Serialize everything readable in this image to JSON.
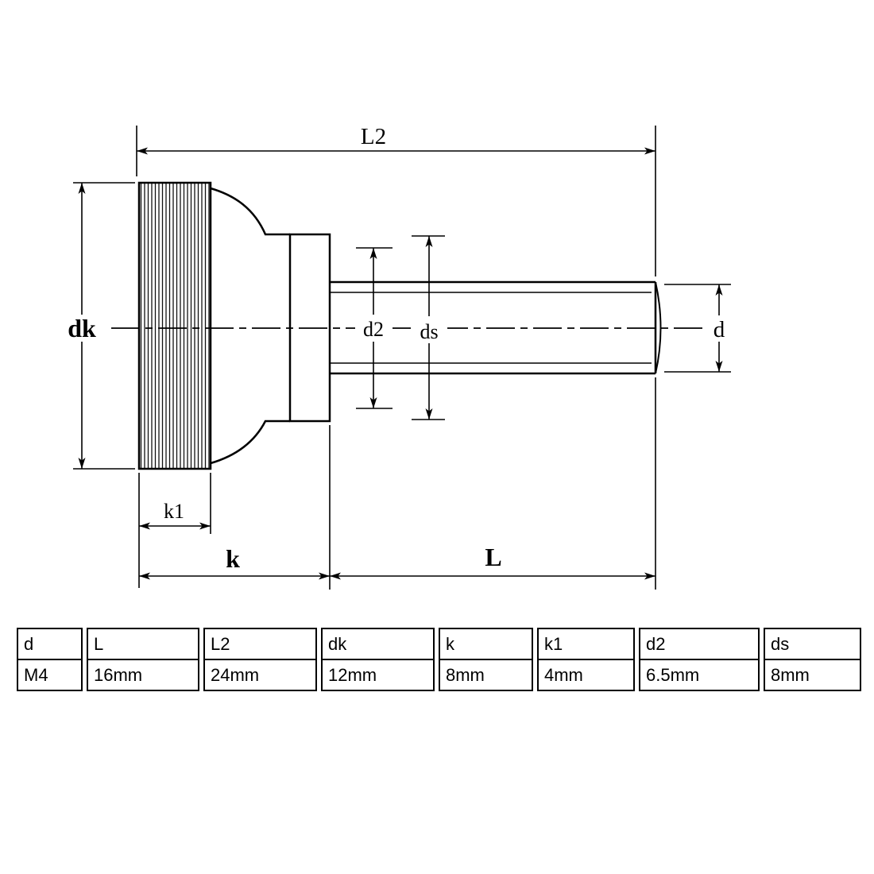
{
  "diagram": {
    "labels": {
      "L2": "L2",
      "dk": "dk",
      "d2": "d2",
      "ds": "ds",
      "d": "d",
      "k1": "k1",
      "k": "k",
      "L": "L"
    }
  },
  "table": {
    "headers": [
      "d",
      "L",
      "L2",
      "dk",
      "k",
      "k1",
      "d2",
      "ds"
    ],
    "values": [
      "M4",
      "16mm",
      "24mm",
      "12mm",
      "8mm",
      "4mm",
      "6.5mm",
      "8mm"
    ]
  },
  "colors": {
    "line": "#000000",
    "background": "#ffffff"
  }
}
